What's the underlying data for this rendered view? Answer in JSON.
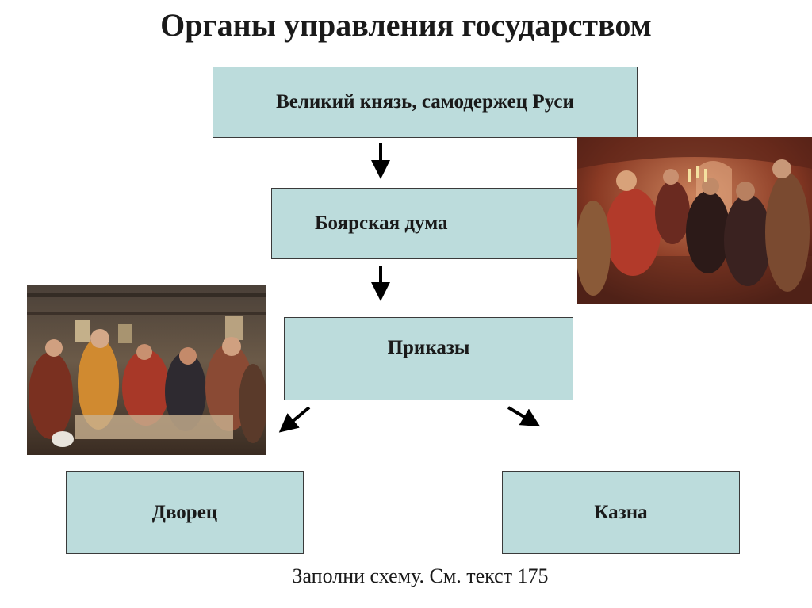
{
  "title": "Органы управления государством",
  "nodes": {
    "grand_prince": "Великий князь, самодержец Руси",
    "boyar_duma": "Боярская дума",
    "prikazy": "Приказы",
    "dvorets": "Дворец",
    "kazna": "Казна"
  },
  "footnote": "Заполни схему. См. текст 175",
  "colors": {
    "box_fill": "#bcdcdc",
    "box_border": "#3a3a3a",
    "arrow": "#000000"
  },
  "images": [
    {
      "id": "boyar-council-painting",
      "kind": "painting"
    },
    {
      "id": "prikaz-office-painting",
      "kind": "painting"
    }
  ]
}
